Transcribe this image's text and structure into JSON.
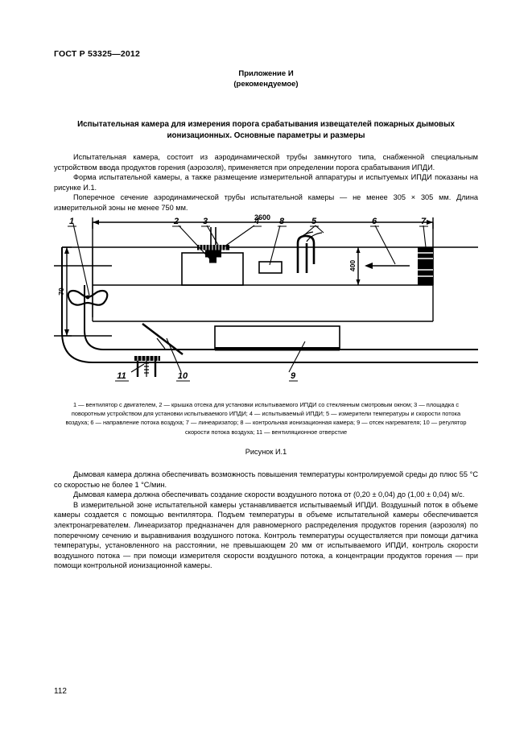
{
  "header": {
    "standard": "ГОСТ Р 53325—2012"
  },
  "appendix": {
    "title": "Приложение И",
    "subtitle": "(рекомендуемое)"
  },
  "document_title": "Испытательная камера для измерения порога срабатывания извещателей пожарных дымовых ионизационных. Основные параметры и размеры",
  "paragraphs_top": [
    "Испытательная камера, состоит из аэродинамической трубы замкнутого типа, снабженной специальным устройством ввода продуктов горения (аэрозоля), применяется при определении порога срабатывания ИПДИ.",
    "Форма испытательной камеры, а также размещение измерительной аппаратуры и испытуемых ИПДИ показаны на рисунке И.1.",
    "Поперечное сечение аэродинамической трубы испытательной камеры — не менее 305 × 305 мм. Длина измерительной зоны не менее 750 мм."
  ],
  "figure": {
    "dimensions": {
      "length": "2600",
      "height_duct": "400",
      "height_left": "70"
    },
    "callouts": [
      "1",
      "2",
      "3",
      "4",
      "5",
      "6",
      "7",
      "8",
      "9",
      "10",
      "11"
    ],
    "legend": "1 — вентилятор с двигателем, 2 — крышка отсека для установки испытываемого ИПДИ со стеклянным смотровым окном; 3 — площадка с поворотным устройством для установки испытываемого ИПДИ; 4 — испытываемый ИПДИ; 5 — измерители температуры и скорости потока воздуха; 6 — направление потока воздуха; 7 — линеаризатор; 8 — контрольная ионизационная камера; 9 — отсек нагревателя; 10 — регулятор скорости потока воздуха; 11 — вентиляционное отверстие",
    "caption": "Рисунок И.1"
  },
  "paragraphs_bottom": [
    "Дымовая камера должна обеспечивать возможность повышения температуры контролируемой среды до плюс 55 °С со скоростью не более 1 °С/мин.",
    "Дымовая камера должна обеспечивать создание скорости воздушного потока от (0,20 ± 0,04) до (1,00 ± 0,04) м/с.",
    "В измерительной зоне испытательной камеры устанавливается испытываемый ИПДИ. Воздушный поток в объеме камеры создается с помощью вентилятора. Подъем температуры в объеме испытательной камеры обеспечивается электронагревателем. Линеаризатор предназначен для равномерного распределения продуктов горения (аэрозоля) по поперечному сечению и выравнивания воздушного потока. Контроль температуры осуществляется при помощи датчика температуры, установленного на расстоянии, не превышающем 20 мм от испытываемого ИПДИ, контроль скорости воздушного потока — при помощи измерителя скорости воздушного потока, а концентрации продуктов горения — при помощи контрольной ионизационной камеры."
  ],
  "page_number": "112"
}
